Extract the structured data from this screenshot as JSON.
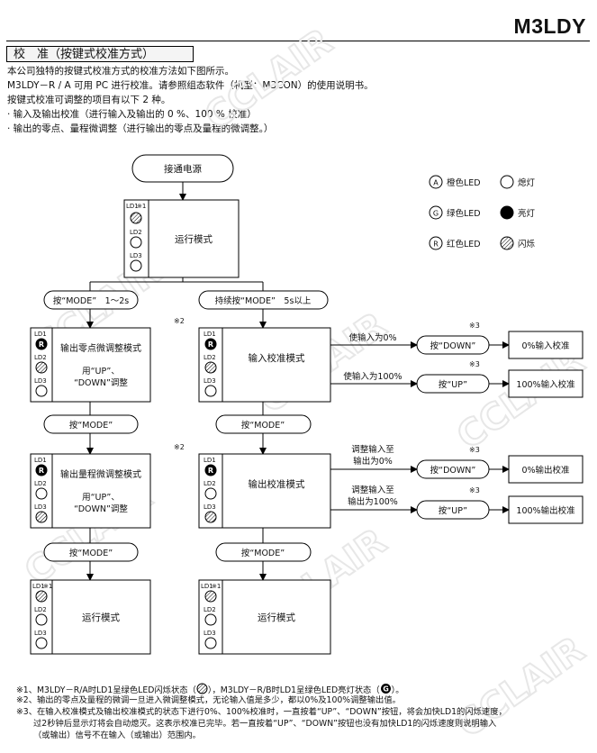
{
  "header": {
    "model": "M3LDY"
  },
  "section": {
    "title": "校　准（按键式校准方式）"
  },
  "intro": [
    "本公司独特的按键式校准方式的校准方法如下图所示。",
    "M3LDY－R / A 可用 PC 进行校准。请参照组态软件（机型：M3CON）的使用说明书。",
    "按键式校准可调整的项目有以下 2 种。",
    "· 输入及输出校准（进行输入及输出的 0 %、100 % 校准）",
    "· 输出的零点、量程微调整（进行输出的零点及量程的微调整。）"
  ],
  "legend": {
    "orange": "A",
    "orange_label": "橙色LED",
    "green": "G",
    "green_label": "绿色LED",
    "red": "R",
    "red_label": "红色LED",
    "off_label": "熄灯",
    "on_label": "亮灯",
    "blink_label": "闪烁"
  },
  "flow": {
    "power_on": "接通电源",
    "run_mode": "运行模式",
    "press_mode_short": "按“MODE”　1〜2s",
    "press_mode_long": "持续按“MODE”　5s以上",
    "zero_adjust": "输出零点微调整模式",
    "span_adjust": "输出量程微调整模式",
    "use_up_down_1": "用“UP”、",
    "use_up_down_2": "“DOWN”调整",
    "input_cal": "输入校准模式",
    "output_cal": "输出校准模式",
    "press_mode": "按“MODE”",
    "set_input_0": "使输入为0%",
    "set_input_100": "使输入为100%",
    "adjust_out_0_a": "调整输入至",
    "adjust_out_0_b": "输出为0%",
    "adjust_out_100_a": "调整输入至",
    "adjust_out_100_b": "输出为100%",
    "press_down": "按“DOWN”",
    "press_up": "按“UP”",
    "in_0": "0%输入校准",
    "in_100": "100%输入校准",
    "out_0": "0%输出校准",
    "out_100": "100%输出校准",
    "ld1": "LD1",
    "ld2": "LD2",
    "ld3": "LD3",
    "note1_mark": "※1",
    "note2_mark": "※2",
    "note3_mark": "※3",
    "red_letter": "R"
  },
  "notes": [
    "※1、M3LDY－R/A时LD1呈绿色LED闪烁状态（",
    "），M3LDY－R/B时LD1呈绿色LED亮灯状态（",
    "）。",
    "※2、输出的零点及量程的微调一旦进入微调整模式，无论输入值是多少，都以0%及100%调整输出值。",
    "※3、在输入校准模式及输出校准模式的状态下进行0%、100%校准时，一直按着“UP”、“DOWN”按钮，将会加快LD1的闪烁速度，",
    "过2秒钟后显示灯将会自动熄灭。这表示校准已完毕。若一直按着“UP”、“DOWN”按钮也没有加快LD1的闪烁速度则说明输入",
    "（或输出）信号不在输入（或输出）范围内。"
  ],
  "watermark": "CCLAIR"
}
